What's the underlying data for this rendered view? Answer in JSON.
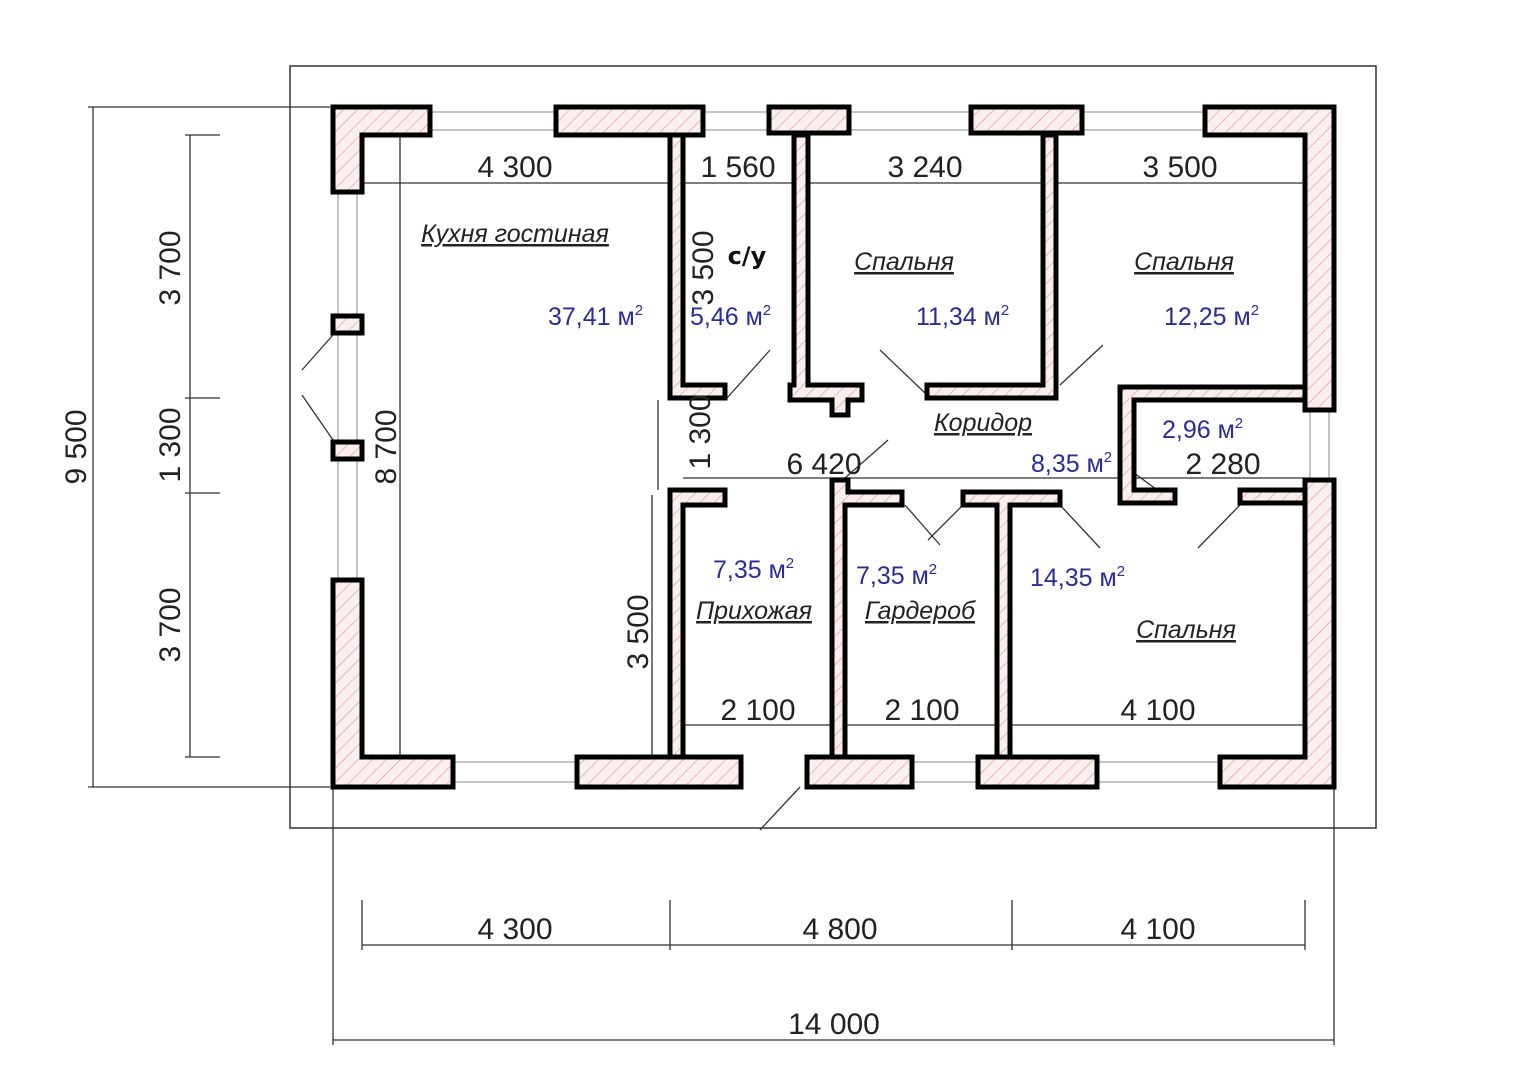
{
  "dimensions": {
    "top": [
      "4 300",
      "1 560",
      "3 240",
      "3 500"
    ],
    "left_outer": "9 500",
    "left_inner": [
      "3 700",
      "1 300",
      "3 700"
    ],
    "kitchen_depth": "8 700",
    "bath_depth": "3 500",
    "corridor_depth": "1 300",
    "hall_depth": "3 500",
    "corridor_length": "6 420",
    "storage_width": "2 280",
    "lower_rooms": [
      "2 100",
      "2 100",
      "4 100"
    ],
    "bottom_chain": [
      "4 300",
      "4 800",
      "4 100"
    ],
    "bottom_total": "14 000"
  },
  "rooms": [
    {
      "name": "Кухня гостиная",
      "area": "37,41 м"
    },
    {
      "name": "с/у",
      "area": "5,46 м"
    },
    {
      "name": "Спальня",
      "area": "11,34 м"
    },
    {
      "name": "Спальня",
      "area": "12,25 м"
    },
    {
      "name": "Коридор",
      "area": "8,35 м"
    },
    {
      "name": "",
      "area": "2,96 м"
    },
    {
      "name": "Прихожая",
      "area": "7,35 м"
    },
    {
      "name": "Гардероб",
      "area": "7,35 м"
    },
    {
      "name": "Спальня",
      "area": "14,35 м"
    }
  ],
  "area_unit_sup": "2",
  "colors": {
    "wall_fill": "#fbeeee",
    "hatch": "#d89a9a",
    "area_text": "#2b2b9a"
  }
}
